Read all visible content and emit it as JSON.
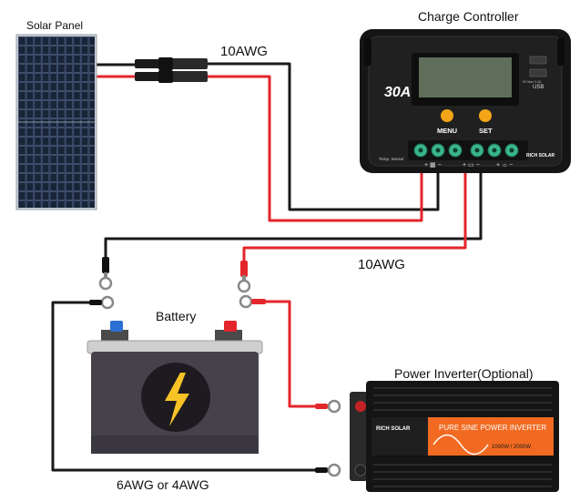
{
  "labels": {
    "solar_panel": "Solar Panel",
    "charge_controller": "Charge Controller",
    "wire_top": "10AWG",
    "wire_mid": "10AWG",
    "battery": "Battery",
    "power_inverter": "Power Inverter(Optional)",
    "wire_bottom": "6AWG or 4AWG"
  },
  "controller": {
    "rating": "30A",
    "menu_label": "MENU",
    "set_label": "SET",
    "brand": "RICH SOLAR",
    "usb_label": "USB",
    "usb_rating": "5V Max 3.4A",
    "temp_sensor": "Temp. Sensor"
  },
  "inverter": {
    "brand": "RICH SOLAR",
    "model_text": "PURE SINE POWER INVERTER",
    "power_text": "1000W / 2000W"
  },
  "colors": {
    "positive_wire": "#e3262b",
    "negative_wire": "#1a1a1a",
    "lcd": "#5e6e5a",
    "knob": "#f2a516",
    "inverter_band": "#f26a21",
    "terminal": "#39b58a",
    "bolt": "#f7c325"
  }
}
